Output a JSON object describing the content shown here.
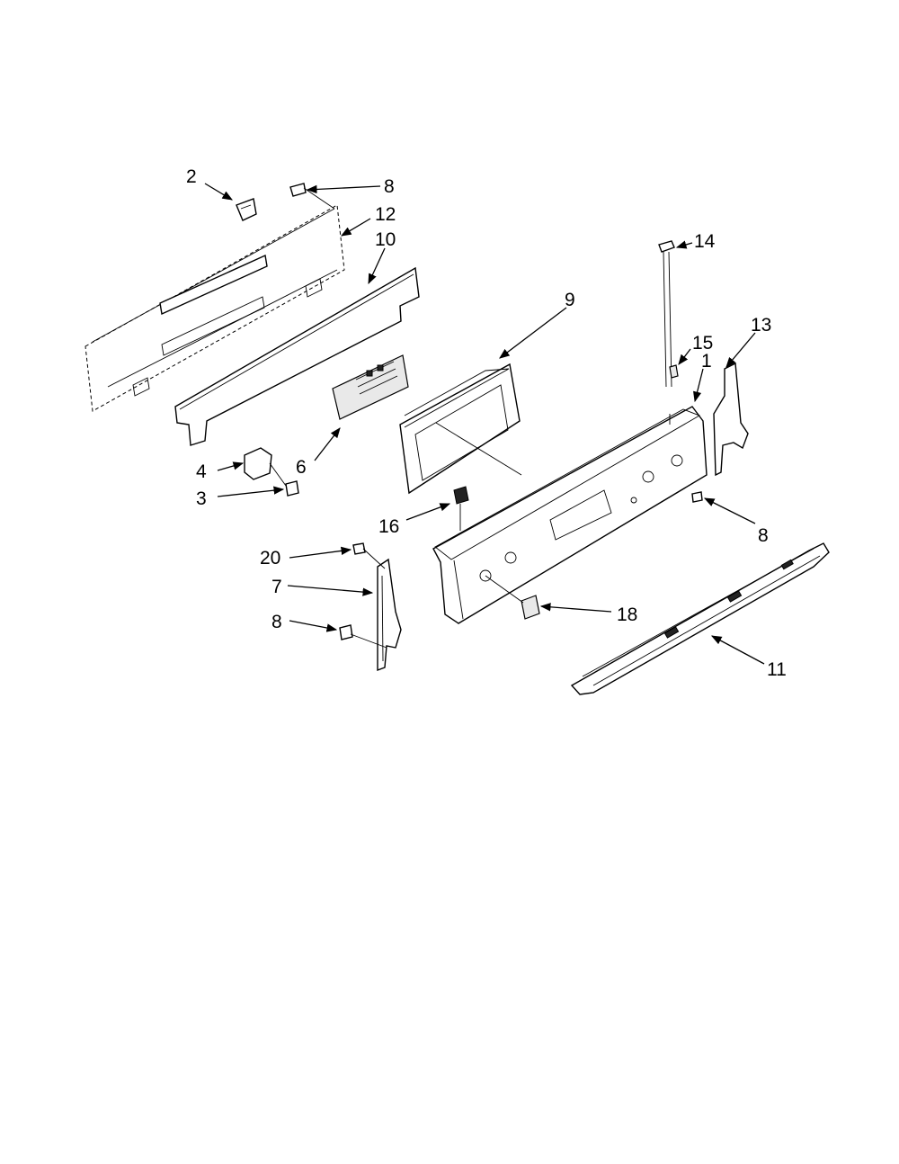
{
  "diagram": {
    "callouts": [
      {
        "id": "c2",
        "text": "2"
      },
      {
        "id": "c8a",
        "text": "8"
      },
      {
        "id": "c12",
        "text": "12"
      },
      {
        "id": "c10",
        "text": "10"
      },
      {
        "id": "c9",
        "text": "9"
      },
      {
        "id": "c14",
        "text": "14"
      },
      {
        "id": "c13",
        "text": "13"
      },
      {
        "id": "c15",
        "text": "15"
      },
      {
        "id": "c1",
        "text": "1"
      },
      {
        "id": "c4",
        "text": "4"
      },
      {
        "id": "c6",
        "text": "6"
      },
      {
        "id": "c3",
        "text": "3"
      },
      {
        "id": "c16",
        "text": "16"
      },
      {
        "id": "c8b",
        "text": "8"
      },
      {
        "id": "c20",
        "text": "20"
      },
      {
        "id": "c7",
        "text": "7"
      },
      {
        "id": "c18",
        "text": "18"
      },
      {
        "id": "c8c",
        "text": "8"
      },
      {
        "id": "c11",
        "text": "11"
      }
    ]
  }
}
